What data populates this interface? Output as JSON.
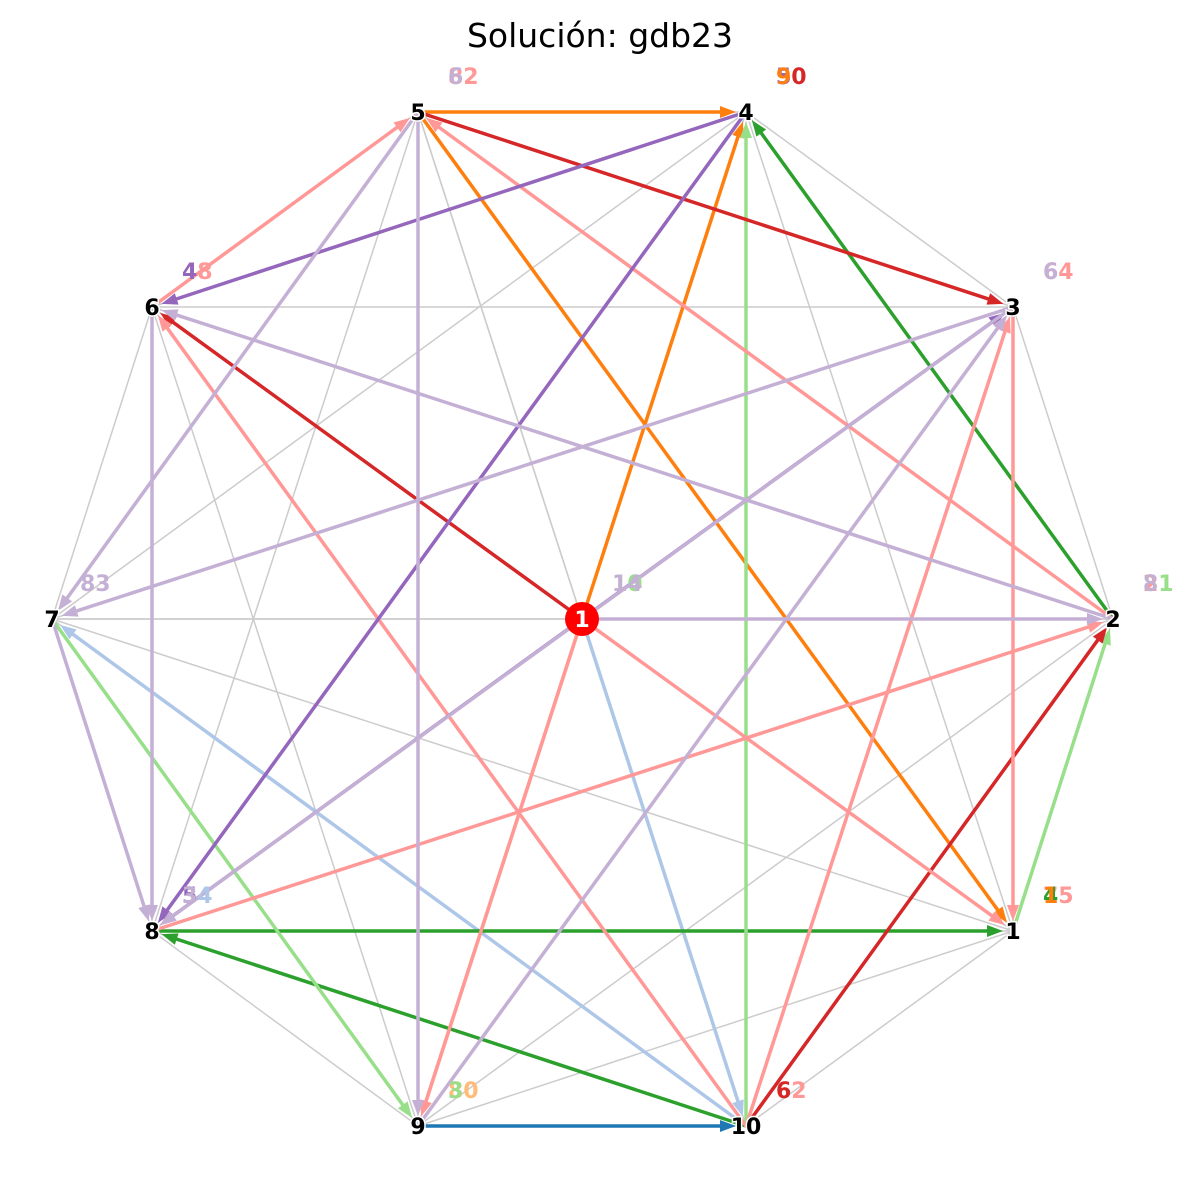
{
  "title": "Solución: gdb23",
  "palette": {
    "edge_gray": "#cccccc",
    "depot": "#ff0000",
    "node": "#000000",
    "route_colors": [
      "#1f77b4",
      "#aec7e8",
      "#ff7f0e",
      "#ffbb78",
      "#2ca02c",
      "#98df8a",
      "#d62728",
      "#ff9896",
      "#9467bd",
      "#c5b0d5"
    ]
  },
  "nodes": [
    {
      "id": "1",
      "label": "1",
      "depot": true
    },
    {
      "id": "2",
      "label": "2"
    },
    {
      "id": "3",
      "label": "3"
    },
    {
      "id": "4",
      "label": "4"
    },
    {
      "id": "5",
      "label": "5"
    },
    {
      "id": "6",
      "label": "6"
    },
    {
      "id": "7",
      "label": "7"
    },
    {
      "id": "8",
      "label": "8"
    },
    {
      "id": "9",
      "label": "9"
    },
    {
      "id": "10",
      "label": "10"
    },
    {
      "id": "11",
      "label": "1"
    }
  ],
  "annotations": [
    {
      "node": "1",
      "text": "10",
      "color": "#98df8a"
    },
    {
      "node": "1",
      "text": "14",
      "color": "#c5b0d5"
    },
    {
      "node": "2",
      "text": "21",
      "color": "#98df8a"
    },
    {
      "node": "2",
      "text": "2",
      "color": "#ff9896"
    },
    {
      "node": "2",
      "text": "8",
      "color": "#c5b0d5"
    },
    {
      "node": "3",
      "text": "64",
      "color": "#ff9896"
    },
    {
      "node": "3",
      "text": "6",
      "color": "#c5b0d5"
    },
    {
      "node": "4",
      "text": "50",
      "color": "#d62728"
    },
    {
      "node": "4",
      "text": "5",
      "color": "#9467bd"
    },
    {
      "node": "4",
      "text": "9",
      "color": "#ff7f0e"
    },
    {
      "node": "5",
      "text": "82",
      "color": "#ff9896"
    },
    {
      "node": "5",
      "text": "6",
      "color": "#c5b0d5"
    },
    {
      "node": "6",
      "text": "48",
      "color": "#ff9896"
    },
    {
      "node": "6",
      "text": "4",
      "color": "#9467bd"
    },
    {
      "node": "7",
      "text": "83",
      "color": "#c5b0d5"
    },
    {
      "node": "8",
      "text": "34",
      "color": "#aec7e8"
    },
    {
      "node": "8",
      "text": "5",
      "color": "#9467bd"
    },
    {
      "node": "8",
      "text": "3",
      "color": "#c5b0d5"
    },
    {
      "node": "9",
      "text": "80",
      "color": "#ffbb78"
    },
    {
      "node": "9",
      "text": "3",
      "color": "#98df8a"
    },
    {
      "node": "10",
      "text": "62",
      "color": "#ff9896"
    },
    {
      "node": "10",
      "text": "6",
      "color": "#d62728"
    },
    {
      "node": "11",
      "text": "75",
      "color": "#ff9896"
    },
    {
      "node": "11",
      "text": "4",
      "color": "#2ca02c"
    },
    {
      "node": "11",
      "text": "1",
      "color": "#ff7f0e"
    }
  ],
  "routes": [
    {
      "from": "9",
      "to": "10",
      "color": "#1f77b4"
    },
    {
      "from": "10",
      "to": "7",
      "color": "#aec7e8"
    },
    {
      "from": "1",
      "to": "10",
      "color": "#aec7e8"
    },
    {
      "from": "5",
      "to": "4",
      "color": "#ff7f0e"
    },
    {
      "from": "1",
      "to": "4",
      "color": "#ff7f0e"
    },
    {
      "from": "5",
      "to": "11",
      "color": "#ff7f0e"
    },
    {
      "from": "1",
      "to": "9",
      "color": "#ffbb78"
    },
    {
      "from": "2",
      "to": "4",
      "color": "#2ca02c"
    },
    {
      "from": "8",
      "to": "11",
      "color": "#2ca02c"
    },
    {
      "from": "10",
      "to": "8",
      "color": "#2ca02c"
    },
    {
      "from": "7",
      "to": "9",
      "color": "#98df8a"
    },
    {
      "from": "11",
      "to": "2",
      "color": "#98df8a"
    },
    {
      "from": "10",
      "to": "4",
      "color": "#98df8a"
    },
    {
      "from": "1",
      "to": "6",
      "color": "#d62728"
    },
    {
      "from": "5",
      "to": "3",
      "color": "#d62728"
    },
    {
      "from": "10",
      "to": "2",
      "color": "#d62728"
    },
    {
      "from": "6",
      "to": "5",
      "color": "#ff9896"
    },
    {
      "from": "2",
      "to": "5",
      "color": "#ff9896"
    },
    {
      "from": "8",
      "to": "2",
      "color": "#ff9896"
    },
    {
      "from": "3",
      "to": "11",
      "color": "#ff9896"
    },
    {
      "from": "10",
      "to": "3",
      "color": "#ff9896"
    },
    {
      "from": "10",
      "to": "6",
      "color": "#ff9896"
    },
    {
      "from": "1",
      "to": "11",
      "color": "#ff9896"
    },
    {
      "from": "1",
      "to": "9",
      "color": "#ff9896"
    },
    {
      "from": "4",
      "to": "6",
      "color": "#9467bd"
    },
    {
      "from": "1",
      "to": "3",
      "color": "#9467bd"
    },
    {
      "from": "4",
      "to": "8",
      "color": "#9467bd"
    },
    {
      "from": "1",
      "to": "8",
      "color": "#9467bd"
    },
    {
      "from": "2",
      "to": "6",
      "color": "#c5b0d5"
    },
    {
      "from": "3",
      "to": "7",
      "color": "#c5b0d5"
    },
    {
      "from": "5",
      "to": "7",
      "color": "#c5b0d5"
    },
    {
      "from": "7",
      "to": "8",
      "color": "#c5b0d5"
    },
    {
      "from": "9",
      "to": "3",
      "color": "#c5b0d5"
    },
    {
      "from": "1",
      "to": "2",
      "color": "#c5b0d5"
    },
    {
      "from": "6",
      "to": "8",
      "color": "#c5b0d5"
    },
    {
      "from": "5",
      "to": "9",
      "color": "#c5b0d5"
    },
    {
      "from": "3",
      "to": "8",
      "color": "#c5b0d5"
    }
  ]
}
